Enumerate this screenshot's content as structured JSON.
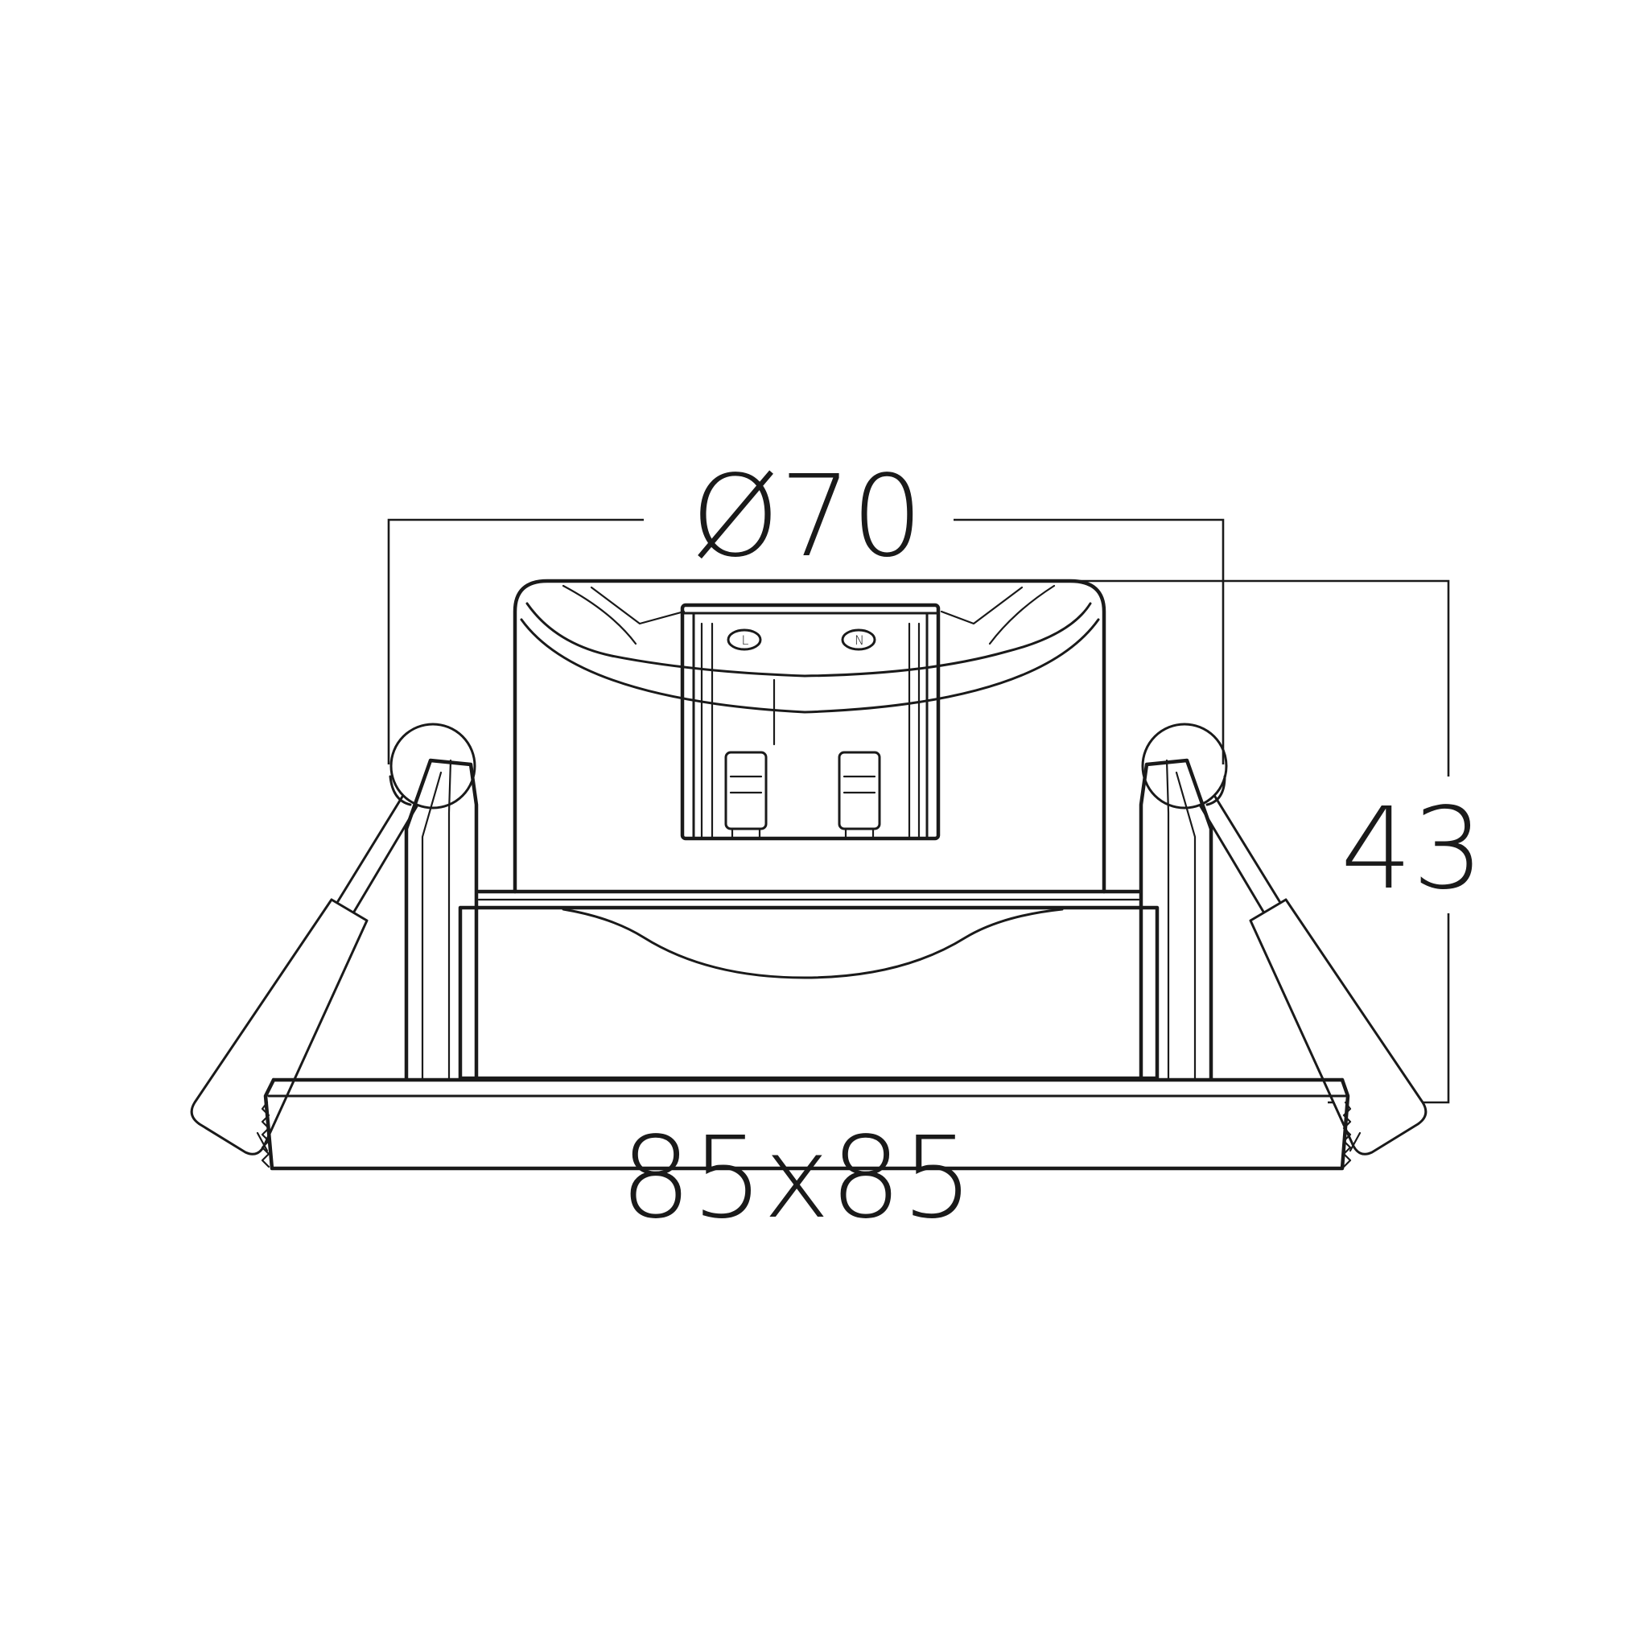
{
  "dimensions": {
    "diameter_label": "Ø70",
    "height_label": "43",
    "width_label": "85x85"
  },
  "terminal": {
    "left_symbol": "L",
    "right_symbol": "N"
  },
  "colors": {
    "line": "#1a1a1a",
    "background": "#ffffff"
  }
}
